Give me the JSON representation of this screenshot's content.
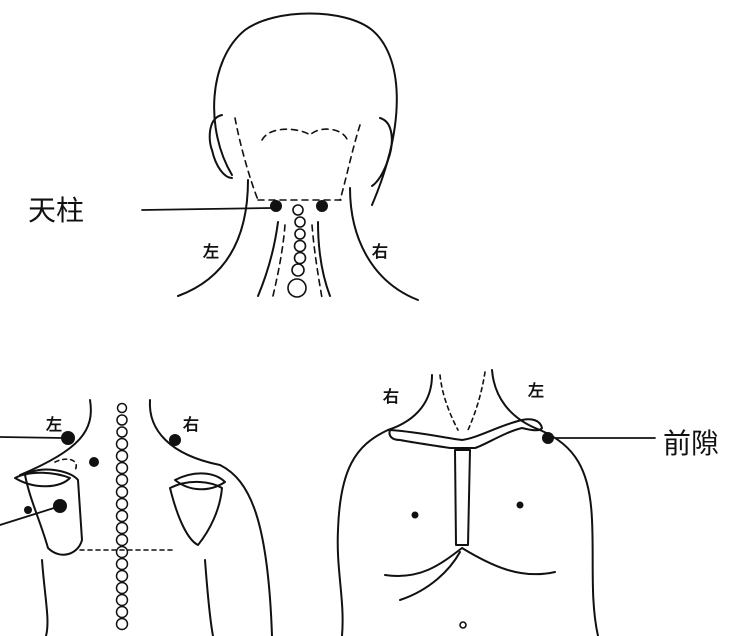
{
  "labels": {
    "tianzhu": "天柱",
    "zuo_head": "左",
    "you_head": "右",
    "zuo_back": "左",
    "you_back": "右",
    "you_front": "右",
    "zuo_front": "左",
    "qianxi": "前隙"
  }
}
